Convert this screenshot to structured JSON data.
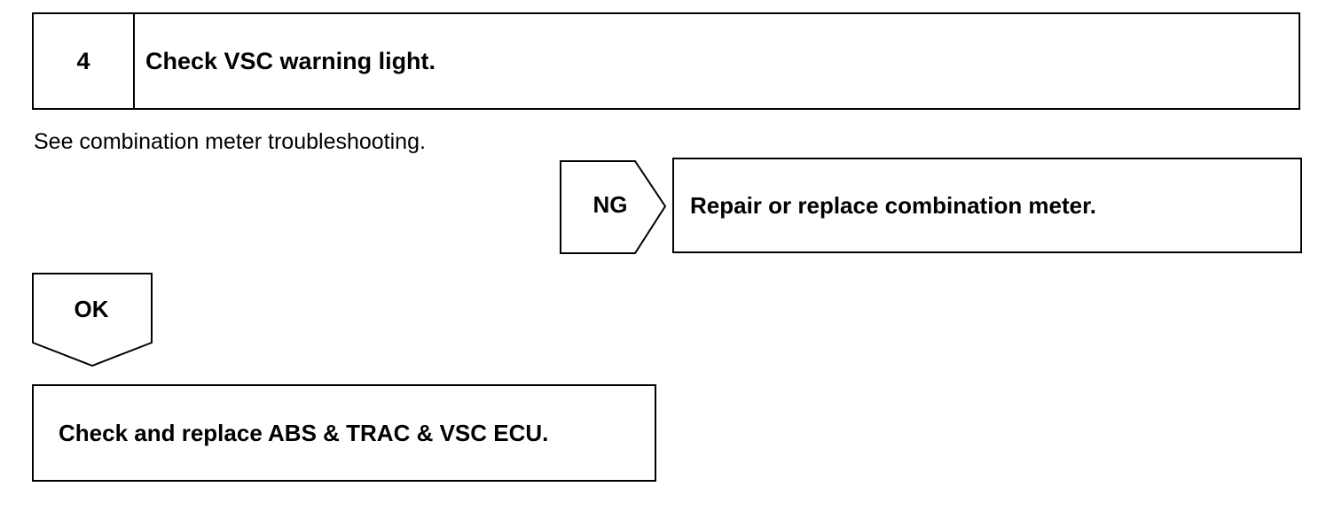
{
  "step": {
    "number": "4",
    "title": "Check VSC warning light."
  },
  "note": "See combination meter troubleshooting.",
  "ng_branch": {
    "label": "NG",
    "result": "Repair or replace combination meter."
  },
  "ok_branch": {
    "label": "OK"
  },
  "final_action": "Check and replace ABS & TRAC & VSC ECU."
}
